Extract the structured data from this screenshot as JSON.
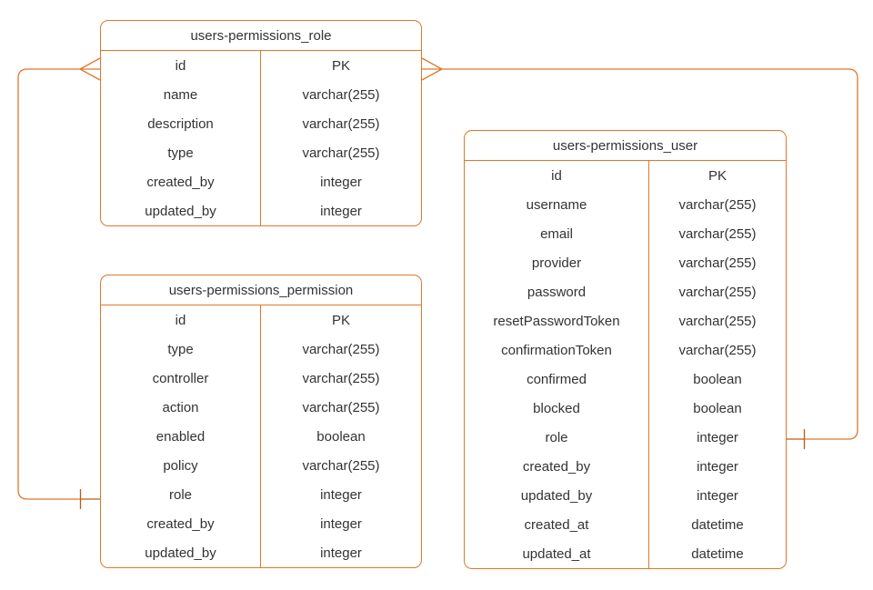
{
  "colors": {
    "line": "#e0772e",
    "line_dark": "#bf5a11",
    "text": "#333333",
    "background": "#ffffff"
  },
  "tables": [
    {
      "id": "role",
      "title": "users-permissions_role",
      "rows": [
        {
          "field": "id",
          "type": "PK"
        },
        {
          "field": "name",
          "type": "varchar(255)"
        },
        {
          "field": "description",
          "type": "varchar(255)"
        },
        {
          "field": "type",
          "type": "varchar(255)"
        },
        {
          "field": "created_by",
          "type": "integer"
        },
        {
          "field": "updated_by",
          "type": "integer"
        }
      ]
    },
    {
      "id": "permission",
      "title": "users-permissions_permission",
      "rows": [
        {
          "field": "id",
          "type": "PK"
        },
        {
          "field": "type",
          "type": "varchar(255)"
        },
        {
          "field": "controller",
          "type": "varchar(255)"
        },
        {
          "field": "action",
          "type": "varchar(255)"
        },
        {
          "field": "enabled",
          "type": "boolean"
        },
        {
          "field": "policy",
          "type": "varchar(255)"
        },
        {
          "field": "role",
          "type": "integer"
        },
        {
          "field": "created_by",
          "type": "integer"
        },
        {
          "field": "updated_by",
          "type": "integer"
        }
      ]
    },
    {
      "id": "user",
      "title": "users-permissions_user",
      "rows": [
        {
          "field": "id",
          "type": "PK"
        },
        {
          "field": "username",
          "type": "varchar(255)"
        },
        {
          "field": "email",
          "type": "varchar(255)"
        },
        {
          "field": "provider",
          "type": "varchar(255)"
        },
        {
          "field": "password",
          "type": "varchar(255)"
        },
        {
          "field": "resetPasswordToken",
          "type": "varchar(255)"
        },
        {
          "field": "confirmationToken",
          "type": "varchar(255)"
        },
        {
          "field": "confirmed",
          "type": "boolean"
        },
        {
          "field": "blocked",
          "type": "boolean"
        },
        {
          "field": "role",
          "type": "integer"
        },
        {
          "field": "created_by",
          "type": "integer"
        },
        {
          "field": "updated_by",
          "type": "integer"
        },
        {
          "field": "created_at",
          "type": "datetime"
        },
        {
          "field": "updated_at",
          "type": "datetime"
        }
      ]
    }
  ],
  "relationships": [
    {
      "name": "role-permission",
      "from_table": "users-permissions_role",
      "from_field": "id",
      "from_cardinality": "many",
      "to_table": "users-permissions_permission",
      "to_field": "role",
      "to_cardinality": "one"
    },
    {
      "name": "role-user",
      "from_table": "users-permissions_role",
      "from_field": "id",
      "from_cardinality": "many",
      "to_table": "users-permissions_user",
      "to_field": "role",
      "to_cardinality": "one"
    }
  ]
}
